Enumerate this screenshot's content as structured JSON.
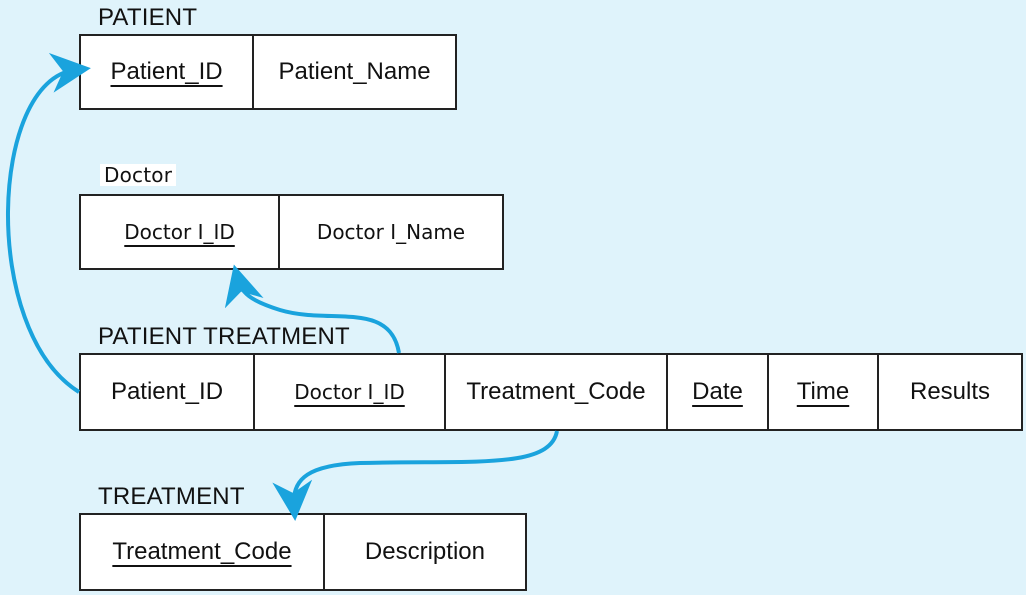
{
  "colors": {
    "background": "#dff3fb",
    "connector": "#1aa3dd",
    "border": "#222222"
  },
  "entities": {
    "patient": {
      "title": "PATIENT",
      "fields": [
        {
          "label": "Patient_ID",
          "key": true
        },
        {
          "label": "Patient_Name",
          "key": false
        }
      ]
    },
    "doctor": {
      "title": "Doctor",
      "fields": [
        {
          "label": "Doctor I_ID",
          "key": true
        },
        {
          "label": "Doctor I_Name",
          "key": false
        }
      ]
    },
    "patient_treatment": {
      "title": "PATIENT TREATMENT",
      "fields": [
        {
          "label": "Patient_ID",
          "key": false
        },
        {
          "label": "Doctor I_ID",
          "key": true
        },
        {
          "label": "Treatment_Code",
          "key": false
        },
        {
          "label": "Date",
          "key": true
        },
        {
          "label": "Time",
          "key": true
        },
        {
          "label": "Results",
          "key": false
        }
      ]
    },
    "treatment": {
      "title": "TREATMENT",
      "fields": [
        {
          "label": "Treatment_Code",
          "key": true
        },
        {
          "label": "Description",
          "key": false
        }
      ]
    }
  },
  "relationships": [
    {
      "from": "patient_treatment.Patient_ID",
      "to": "patient.Patient_ID"
    },
    {
      "from": "patient_treatment.Doctor I_ID",
      "to": "doctor.Doctor I_ID"
    },
    {
      "from": "patient_treatment.Treatment_Code",
      "to": "treatment.Treatment_Code"
    }
  ]
}
